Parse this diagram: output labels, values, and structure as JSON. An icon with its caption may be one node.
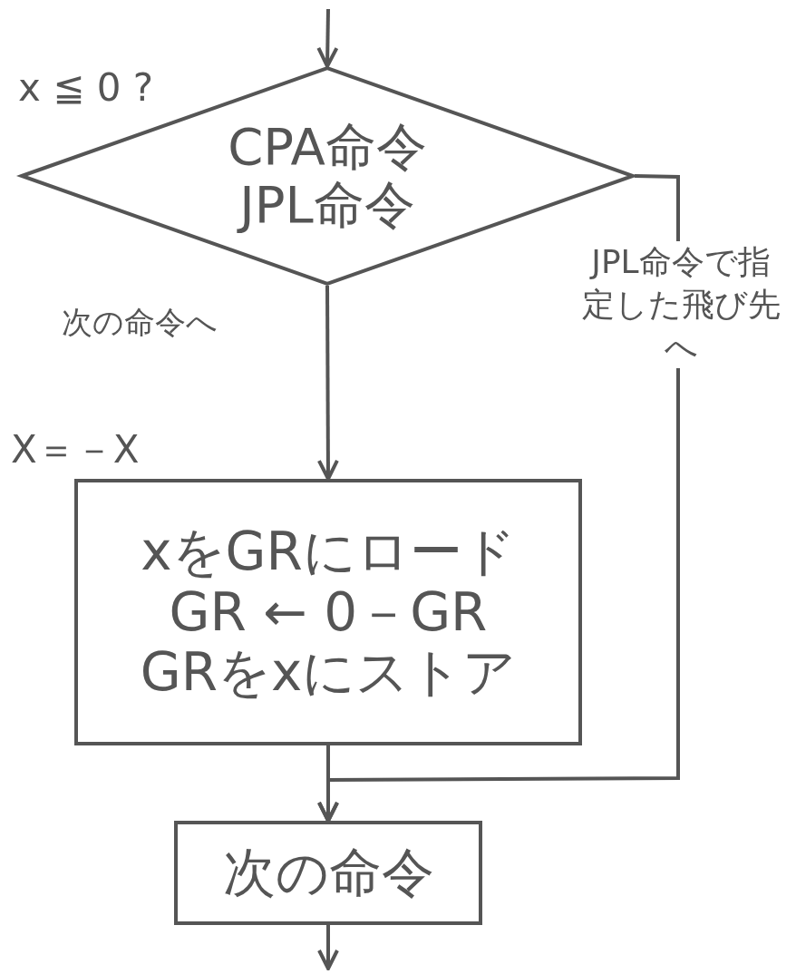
{
  "diagram": {
    "nodes": [
      {
        "text": [
          "CPA命令",
          "JPL命令"
        ],
        "beside": [
          "x ≦ 0 ?"
        ]
      },
      {
        "text": [
          "xをGRにロード",
          "GR ← 0－GR",
          "GRをxにストア"
        ],
        "beside": [
          "X＝－X"
        ]
      },
      {
        "text": [
          "次の命令"
        ]
      }
    ],
    "edges": [
      {
        "from": null,
        "to": 0,
        "arrow": "to"
      },
      {
        "from": 0,
        "to": 1,
        "arrow": "to",
        "label": "次の命令へ"
      },
      {
        "from": 1,
        "to": 2,
        "arrow": "to"
      },
      {
        "from": 0,
        "to": 2,
        "arrow": "to",
        "label": "JPL命令で指定した飛び先へ"
      },
      {
        "from": 2,
        "to": null,
        "arrow": "to"
      }
    ]
  }
}
